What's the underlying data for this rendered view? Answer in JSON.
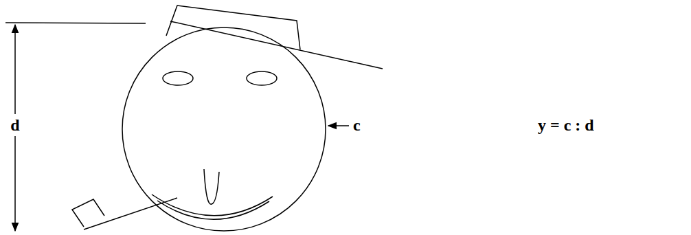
{
  "diagram": {
    "labels": [
      "d",
      "c",
      "y = c : d"
    ]
  }
}
